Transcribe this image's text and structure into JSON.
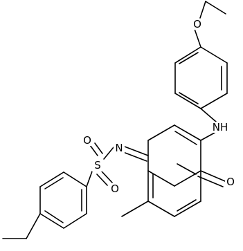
{
  "molecule": {
    "atom_labels": {
      "ether_oxygen": "O",
      "amine": "NH",
      "imine_nitrogen": "N",
      "sulfur": "S",
      "sulfonyl_oxygen_top": "O",
      "sulfonyl_oxygen_bottom": "O",
      "ketone_oxygen": "O"
    }
  }
}
